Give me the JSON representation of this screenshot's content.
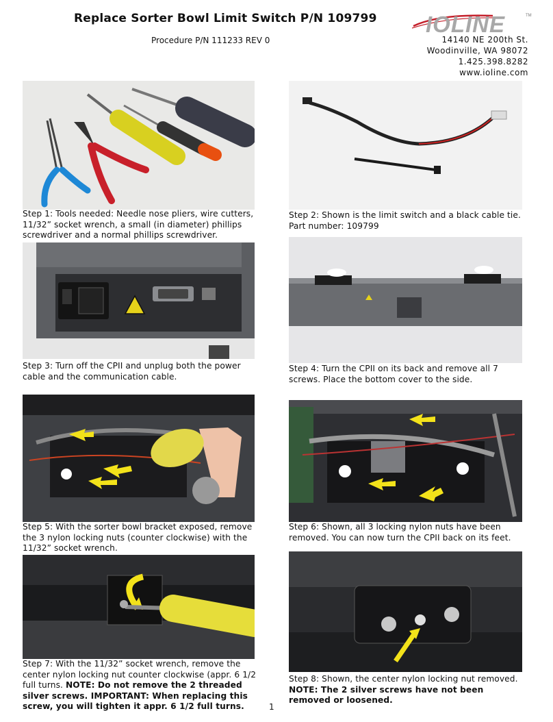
{
  "header": {
    "title": "Replace Sorter Bowl Limit Switch P/N 109799",
    "procedure": "Procedure P/N 111233  REV 0",
    "logo_text": "IOLINE",
    "trademark": "TM",
    "address": [
      "14140 NE 200th St.",
      "Woodinville, WA  98072",
      "1.425.398.8282",
      "www.ioline.com"
    ]
  },
  "steps": [
    {
      "caption": "Step 1: Tools needed: Needle nose pliers, wire cutters, 11/32” socket wrench, a small (in diameter) phillips screwdriver and a normal phillips screwdriver."
    },
    {
      "caption": "Step 2: Shown is the limit switch and a black cable tie. Part number: 109799"
    },
    {
      "caption": "Step 3: Turn off the CPII and unplug both the power cable and the communication cable."
    },
    {
      "caption": "Step 4: Turn the CPII on its back and remove all 7 screws. Place the bottom cover to the side."
    },
    {
      "caption": "Step 5: With the sorter bowl bracket exposed, remove the 3 nylon locking nuts (counter clockwise) with the 11/32” socket wrench."
    },
    {
      "caption": "Step 6: Shown, all 3 locking nylon nuts have been removed. You can now turn the CPII back on its feet."
    },
    {
      "caption": "Step 7: With the 11/32” socket wrench, remove the center nylon locking nut counter clockwise (appr. 6 1/2 full turns. ",
      "note": "NOTE: Do not remove the 2 threaded silver screws. IMPORTANT: When replacing this screw, you will tighten it appr. 6 1/2 full turns."
    },
    {
      "caption": "Step 8: Shown, the center nylon locking nut removed. ",
      "note": "NOTE: The 2 silver screws have not been removed or loosened."
    }
  ],
  "page_number": "1",
  "colors": {
    "logo_red": "#c41f2a",
    "logo_gray": "#a8a8a8",
    "arrow_yellow": "#f3e21a"
  }
}
